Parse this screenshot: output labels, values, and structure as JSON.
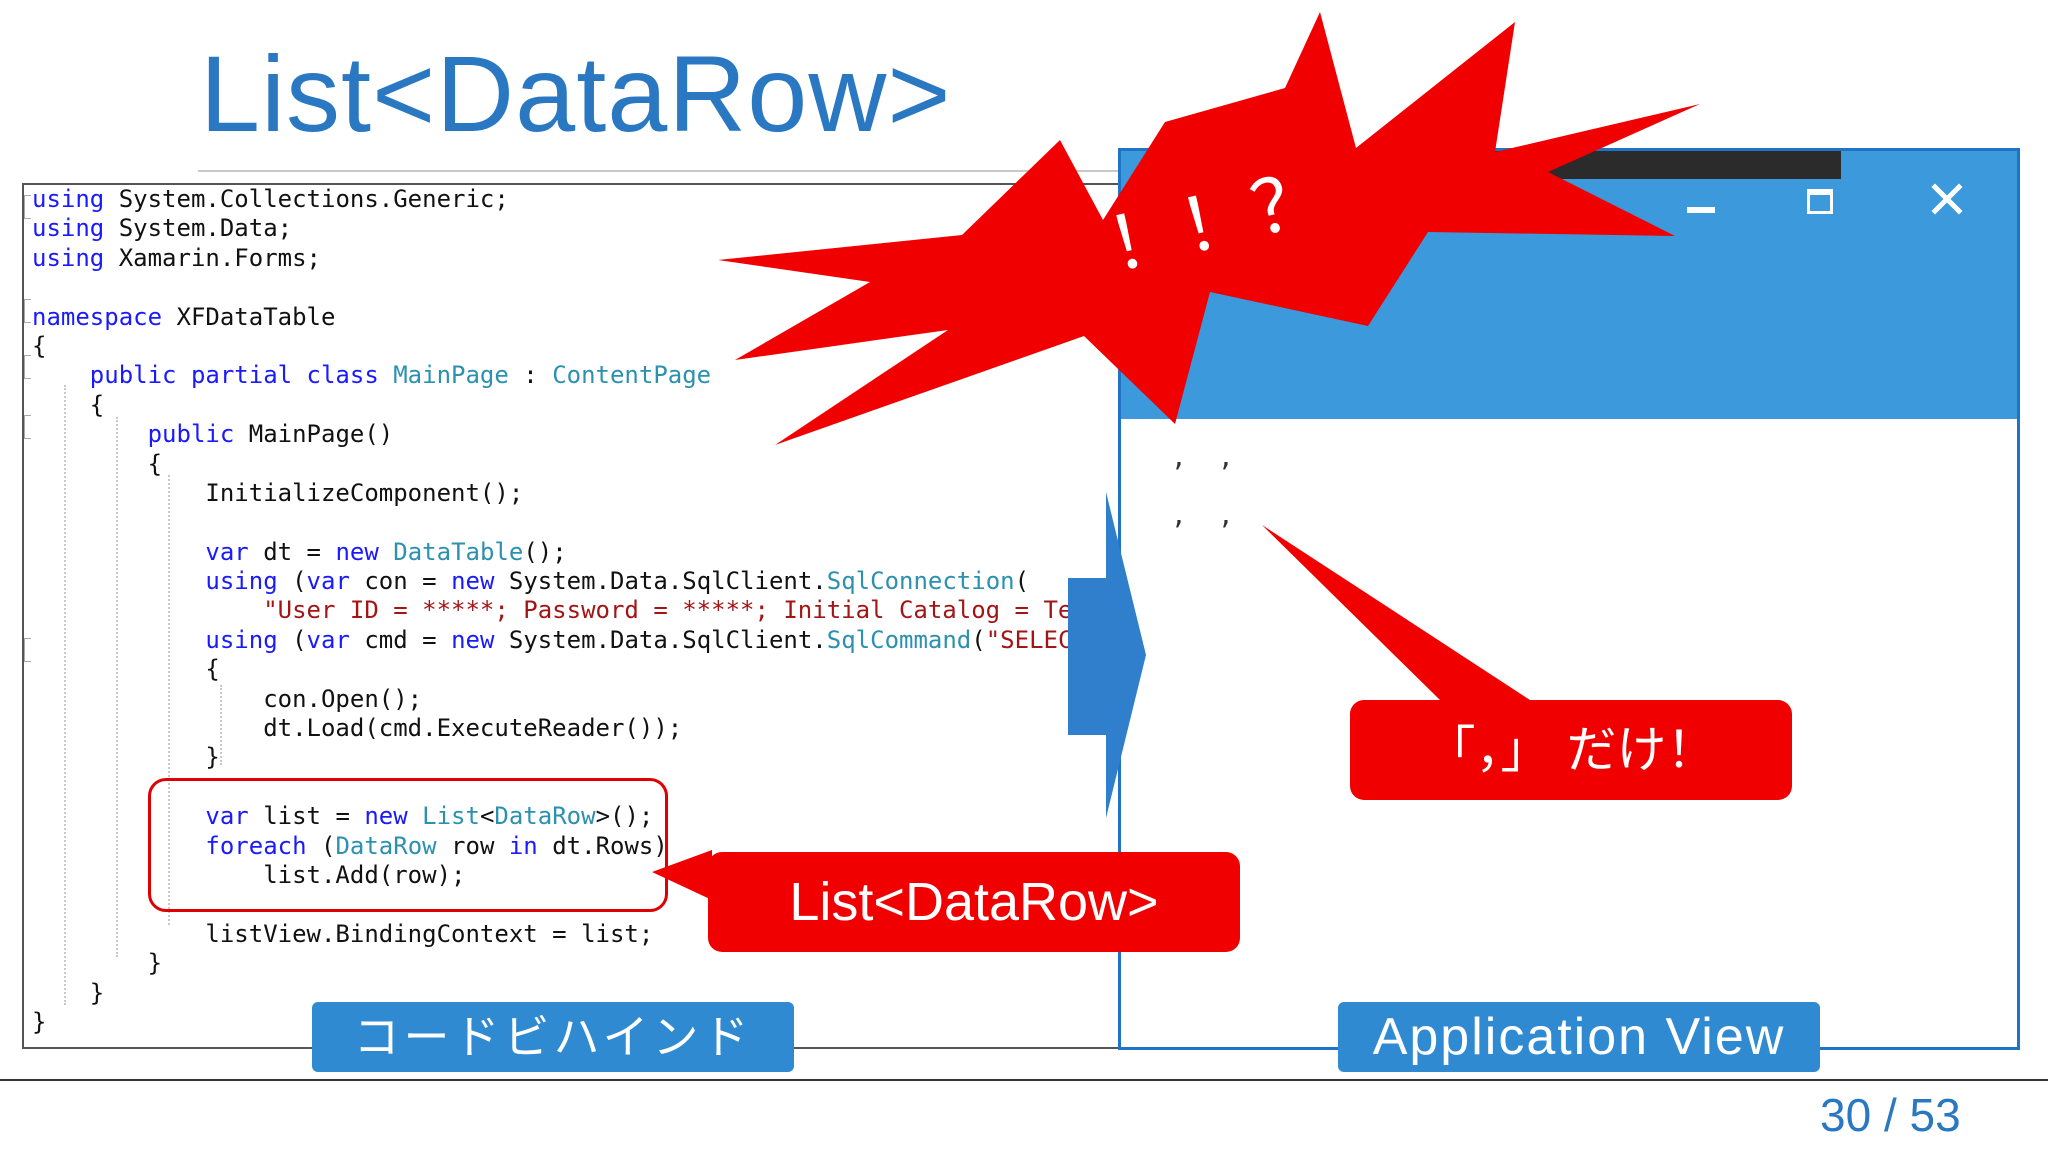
{
  "slide": {
    "title": "List<DataRow>",
    "page_number": "30",
    "page_total": "53",
    "page_separator": "/"
  },
  "code": {
    "lines": [
      [
        {
          "t": "using",
          "c": "kw"
        },
        {
          "t": " System.Collections.Generic;"
        }
      ],
      [
        {
          "t": "using",
          "c": "kw"
        },
        {
          "t": " System.Data;"
        }
      ],
      [
        {
          "t": "using",
          "c": "kw"
        },
        {
          "t": " Xamarin.Forms;"
        }
      ],
      [
        {
          "t": ""
        }
      ],
      [
        {
          "t": "namespace",
          "c": "kw"
        },
        {
          "t": " XFDataTable"
        }
      ],
      [
        {
          "t": "{"
        }
      ],
      [
        {
          "t": "    "
        },
        {
          "t": "public partial class",
          "c": "kw"
        },
        {
          "t": " "
        },
        {
          "t": "MainPage",
          "c": "ty"
        },
        {
          "t": " : "
        },
        {
          "t": "ContentPage",
          "c": "ty"
        }
      ],
      [
        {
          "t": "    {"
        }
      ],
      [
        {
          "t": "        "
        },
        {
          "t": "public",
          "c": "kw"
        },
        {
          "t": " MainPage()"
        }
      ],
      [
        {
          "t": "        {"
        }
      ],
      [
        {
          "t": "            InitializeComponent();"
        }
      ],
      [
        {
          "t": ""
        }
      ],
      [
        {
          "t": "            "
        },
        {
          "t": "var",
          "c": "kw"
        },
        {
          "t": " dt = "
        },
        {
          "t": "new",
          "c": "kw"
        },
        {
          "t": " "
        },
        {
          "t": "DataTable",
          "c": "ty"
        },
        {
          "t": "();"
        }
      ],
      [
        {
          "t": "            "
        },
        {
          "t": "using",
          "c": "kw"
        },
        {
          "t": " ("
        },
        {
          "t": "var",
          "c": "kw"
        },
        {
          "t": " con = "
        },
        {
          "t": "new",
          "c": "kw"
        },
        {
          "t": " System.Data.SqlClient."
        },
        {
          "t": "SqlConnection",
          "c": "ty"
        },
        {
          "t": "("
        }
      ],
      [
        {
          "t": "                "
        },
        {
          "t": "\"User ID = *****; Password = *****; Initial Catalog = TestDB;",
          "c": "st"
        }
      ],
      [
        {
          "t": "            "
        },
        {
          "t": "using",
          "c": "kw"
        },
        {
          "t": " ("
        },
        {
          "t": "var",
          "c": "kw"
        },
        {
          "t": " cmd = "
        },
        {
          "t": "new",
          "c": "kw"
        },
        {
          "t": " System.Data.SqlClient."
        },
        {
          "t": "SqlCommand",
          "c": "ty"
        },
        {
          "t": "("
        },
        {
          "t": "\"SELECT * FROM",
          "c": "st"
        }
      ],
      [
        {
          "t": "            {"
        }
      ],
      [
        {
          "t": "                con.Open();"
        }
      ],
      [
        {
          "t": "                dt.Load(cmd.ExecuteReader());"
        }
      ],
      [
        {
          "t": "            }"
        }
      ],
      [
        {
          "t": ""
        }
      ],
      [
        {
          "t": "            "
        },
        {
          "t": "var",
          "c": "kw"
        },
        {
          "t": " list = "
        },
        {
          "t": "new",
          "c": "kw"
        },
        {
          "t": " "
        },
        {
          "t": "List",
          "c": "ty"
        },
        {
          "t": "<"
        },
        {
          "t": "DataRow",
          "c": "ty"
        },
        {
          "t": ">();"
        }
      ],
      [
        {
          "t": "            "
        },
        {
          "t": "foreach",
          "c": "kw"
        },
        {
          "t": " ("
        },
        {
          "t": "DataRow",
          "c": "ty"
        },
        {
          "t": " row "
        },
        {
          "t": "in",
          "c": "kw"
        },
        {
          "t": " dt.Rows)"
        }
      ],
      [
        {
          "t": "                list.Add(row);"
        }
      ],
      [
        {
          "t": ""
        }
      ],
      [
        {
          "t": "            listView.BindingContext = list;"
        }
      ],
      [
        {
          "t": "        }"
        }
      ],
      [
        {
          "t": "    }"
        }
      ],
      [
        {
          "t": "}"
        }
      ]
    ]
  },
  "app_view": {
    "rows": [
      ",  ,",
      ",  ,"
    ],
    "minimize_icon": "minimize-icon",
    "maximize_icon": "maximize-icon",
    "close_icon": "close-icon"
  },
  "labels": {
    "code_behind": "コードビハインド",
    "application_view": "Application View"
  },
  "callouts": {
    "list_datarow": "List<DataRow>",
    "comma_only": "「，」 だけ！",
    "burst": "！！？"
  },
  "colors": {
    "accent_blue": "#2a78c2",
    "label_blue": "#2f8ad2",
    "window_blue": "#3b99dc",
    "callout_red": "#f00000"
  }
}
